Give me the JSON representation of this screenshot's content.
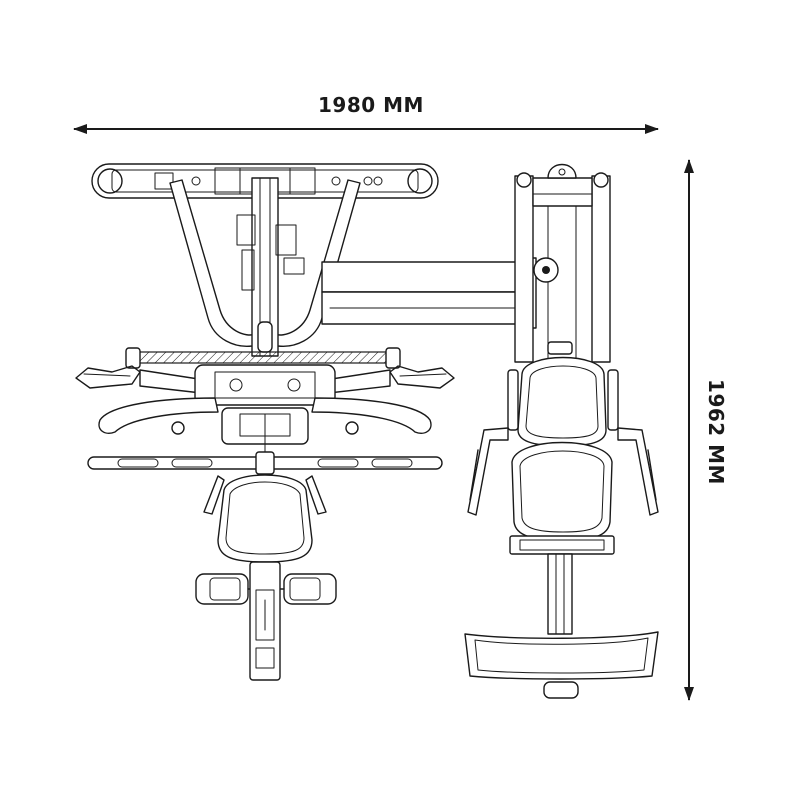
{
  "dimensions": {
    "width_label": "1980 MM",
    "height_label": "1962 MM"
  },
  "colors": {
    "line": "#1a1a1a",
    "background": "#ffffff"
  },
  "views": [
    {
      "name": "top-view"
    },
    {
      "name": "side-view"
    }
  ]
}
